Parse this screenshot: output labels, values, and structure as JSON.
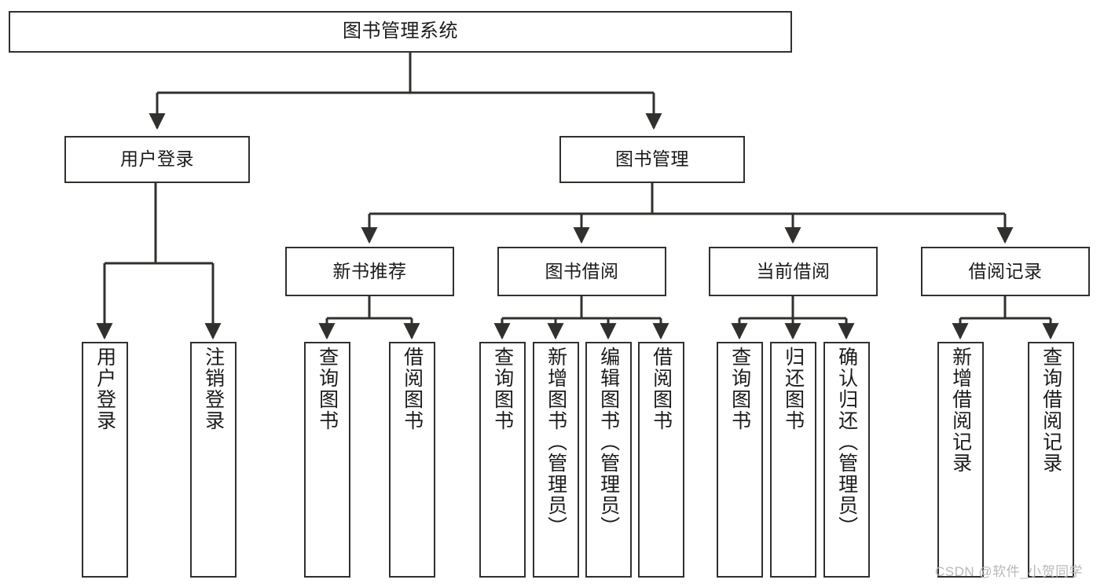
{
  "diagram": {
    "title": "图书管理系统",
    "type": "tree",
    "watermark": "CSDN @软件_小贺同学",
    "colors": {
      "stroke": "#31302f",
      "fill": "#ffffff",
      "text": "#1b1b1b",
      "watermark": "#b9b9b9"
    },
    "nodes": {
      "root": "图书管理系统",
      "level2": {
        "user_login": "用户登录",
        "book_manage": "图书管理"
      },
      "level3": {
        "new_book_rec": "新书推荐",
        "book_borrow": "图书借阅",
        "current_borrow": "当前借阅",
        "borrow_record": "借阅记录"
      },
      "leaves": {
        "user_login_1": "用户登录",
        "user_login_2": "注销登录",
        "new_book_rec_1": "查询图书",
        "new_book_rec_2": "借阅图书",
        "book_borrow_1": "查询图书",
        "book_borrow_2": "新增图书（管理员）",
        "book_borrow_3": "编辑图书（管理员）",
        "book_borrow_4": "借阅图书",
        "current_borrow_1": "查询图书",
        "current_borrow_2": "归还图书",
        "current_borrow_3": "确认归还（管理员）",
        "borrow_record_1": "新增借阅记录",
        "borrow_record_2": "查询借阅记录"
      }
    }
  }
}
